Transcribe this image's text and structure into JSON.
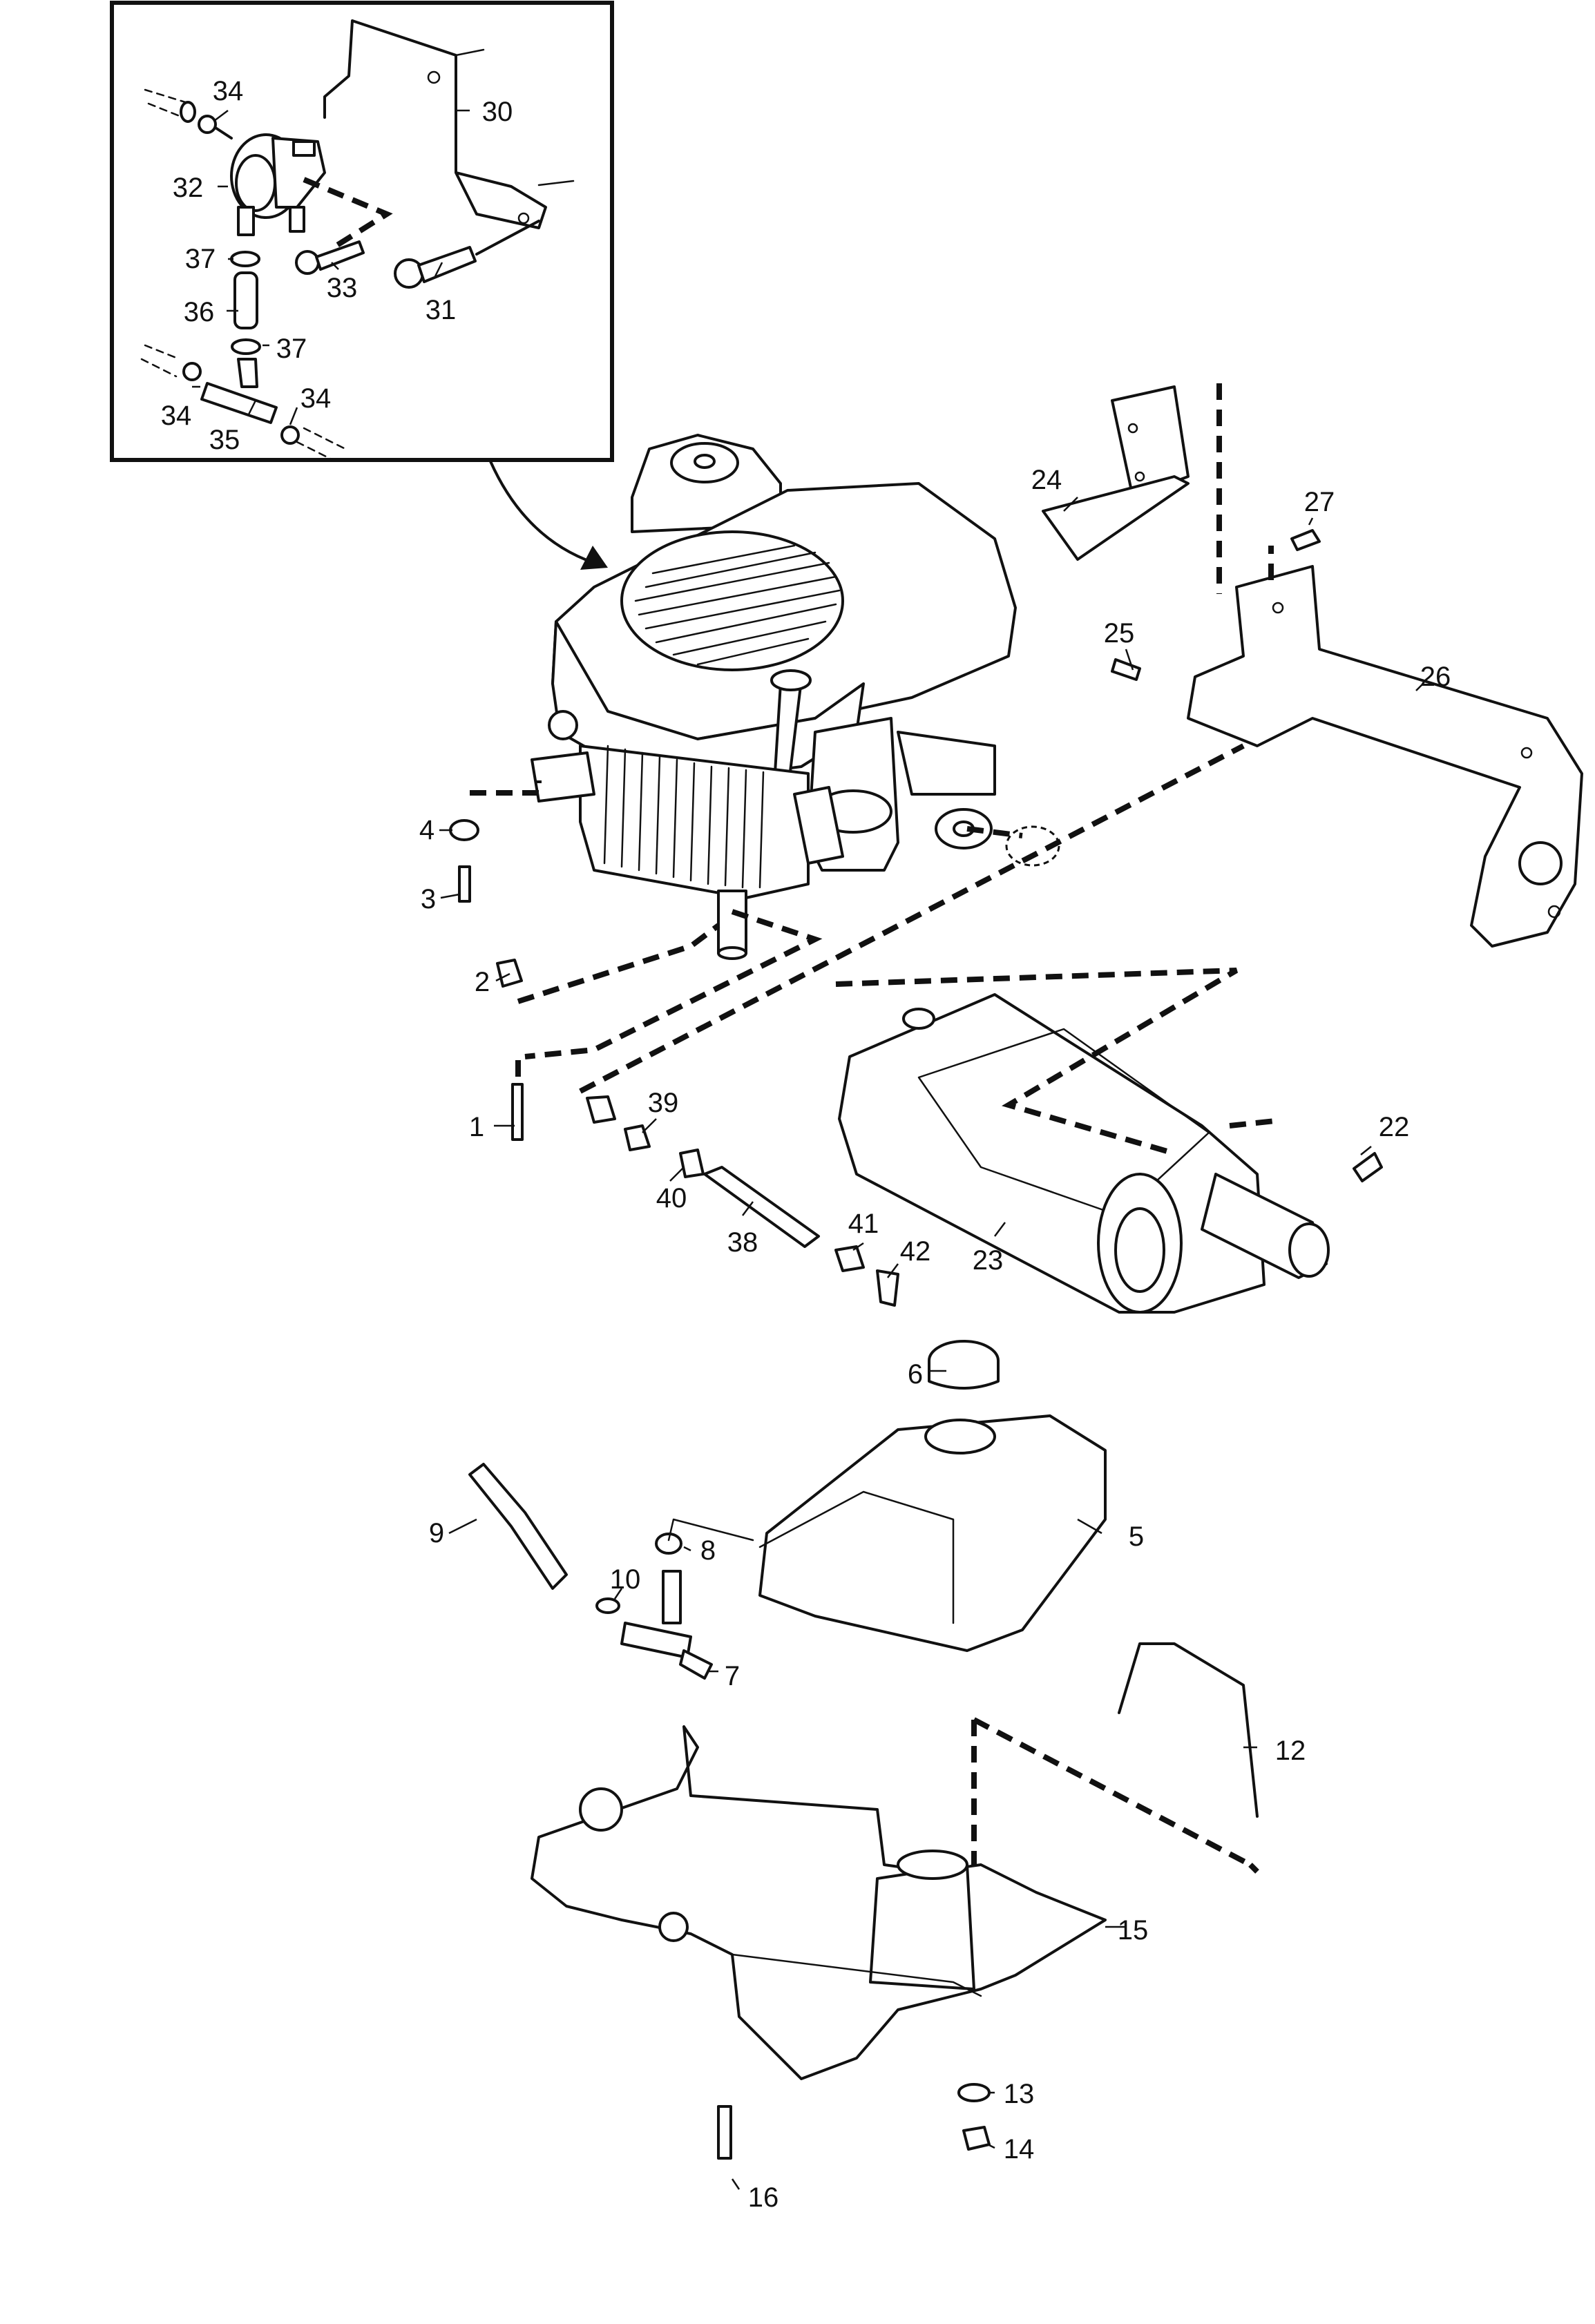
{
  "callouts": [
    {
      "id": "c1",
      "label": "1"
    },
    {
      "id": "c2",
      "label": "2"
    },
    {
      "id": "c3",
      "label": "3"
    },
    {
      "id": "c4",
      "label": "4"
    },
    {
      "id": "c5",
      "label": "5"
    },
    {
      "id": "c6",
      "label": "6"
    },
    {
      "id": "c7",
      "label": "7"
    },
    {
      "id": "c8",
      "label": "8"
    },
    {
      "id": "c9",
      "label": "9"
    },
    {
      "id": "c10",
      "label": "10"
    },
    {
      "id": "c12",
      "label": "12"
    },
    {
      "id": "c13",
      "label": "13"
    },
    {
      "id": "c14",
      "label": "14"
    },
    {
      "id": "c15",
      "label": "15"
    },
    {
      "id": "c16",
      "label": "16"
    },
    {
      "id": "c22",
      "label": "22"
    },
    {
      "id": "c23",
      "label": "23"
    },
    {
      "id": "c24",
      "label": "24"
    },
    {
      "id": "c25",
      "label": "25"
    },
    {
      "id": "c26",
      "label": "26"
    },
    {
      "id": "c27",
      "label": "27"
    },
    {
      "id": "c30",
      "label": "30"
    },
    {
      "id": "c31",
      "label": "31"
    },
    {
      "id": "c32",
      "label": "32"
    },
    {
      "id": "c33",
      "label": "33"
    },
    {
      "id": "c34a",
      "label": "34"
    },
    {
      "id": "c34b",
      "label": "34"
    },
    {
      "id": "c34c",
      "label": "34"
    },
    {
      "id": "c35",
      "label": "35"
    },
    {
      "id": "c36",
      "label": "36"
    },
    {
      "id": "c37a",
      "label": "37"
    },
    {
      "id": "c37b",
      "label": "37"
    },
    {
      "id": "c38",
      "label": "38"
    },
    {
      "id": "c39",
      "label": "39"
    },
    {
      "id": "c40",
      "label": "40"
    },
    {
      "id": "c41",
      "label": "41"
    },
    {
      "id": "c42",
      "label": "42"
    }
  ]
}
